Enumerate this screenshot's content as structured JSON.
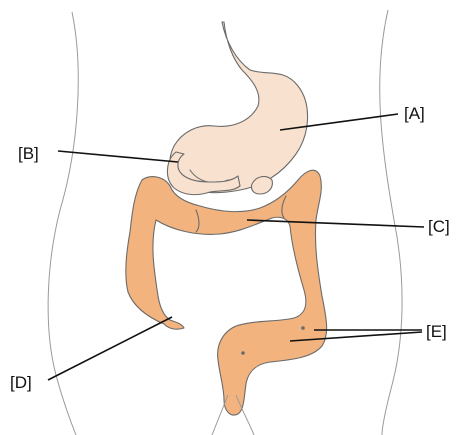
{
  "labels": {
    "a": "[A]",
    "b": "[B]",
    "c": "[C]",
    "d": "[D]",
    "e": "[E]"
  },
  "colors": {
    "stomach_fill": "#f8e2cf",
    "intestine_fill": "#f2b37e",
    "outline": "#6b6b6b",
    "body_outline": "#9a9a9a",
    "leader": "#111111"
  }
}
